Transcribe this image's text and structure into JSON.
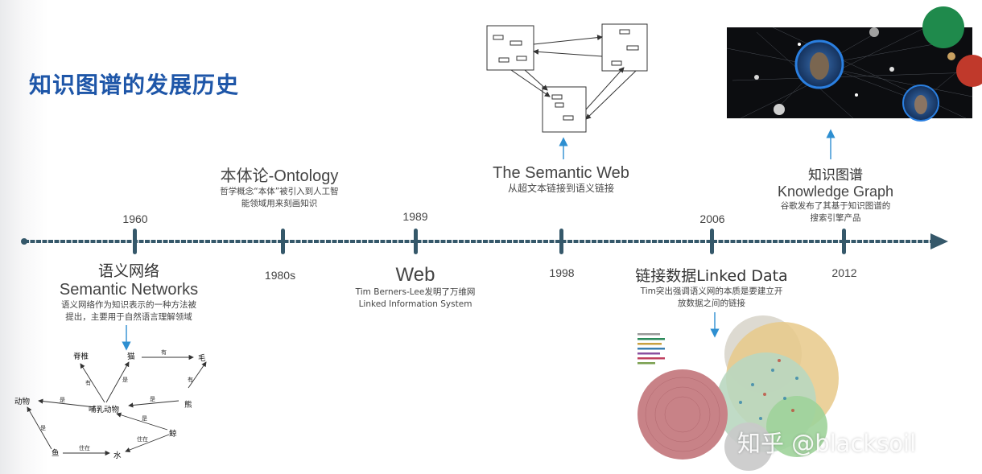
{
  "title": "知识图谱的发展历史",
  "colors": {
    "title": "#1e56a8",
    "timeline": "#35586a",
    "arrow_marker": "#2e8fd1"
  },
  "milestones": [
    {
      "year": "1960",
      "name_cn": "语义网络",
      "name_en": "Semantic Networks",
      "desc": [
        "语义网络作为知识表示的一种方法被",
        "提出，主要用于自然语言理解领域"
      ]
    },
    {
      "year": "1980s",
      "name_cn": "本体论-Ontology",
      "desc": [
        "哲学概念“本体”被引入到人工智",
        "能领域用来刻画知识"
      ]
    },
    {
      "year": "1989",
      "name_en": "Web",
      "desc": [
        "Tim Berners-Lee发明了万维网",
        "Linked Information System"
      ]
    },
    {
      "year": "1998",
      "name_en": "The Semantic Web",
      "desc": [
        "从超文本链接到语义链接"
      ]
    },
    {
      "year": "2006",
      "name_cn": "链接数据Linked Data",
      "desc": [
        "Tim突出强调语义网的本质是要建立开",
        "放数据之间的链接"
      ]
    },
    {
      "year": "2012",
      "name_cn": "知识图谱",
      "name_en": "Knowledge Graph",
      "desc": [
        "谷歌发布了其基于知识图谱的",
        "搜索引擎产品"
      ]
    }
  ],
  "semantic_net": {
    "nodes": [
      "脊椎",
      "猫",
      "毛",
      "动物",
      "哺乳动物",
      "熊",
      "鲸",
      "鱼",
      "水"
    ],
    "edges": [
      "有",
      "有",
      "是",
      "是",
      "有",
      "是",
      "是",
      "是",
      "住在",
      "住在"
    ]
  },
  "watermark": "知乎 @blacksoil"
}
